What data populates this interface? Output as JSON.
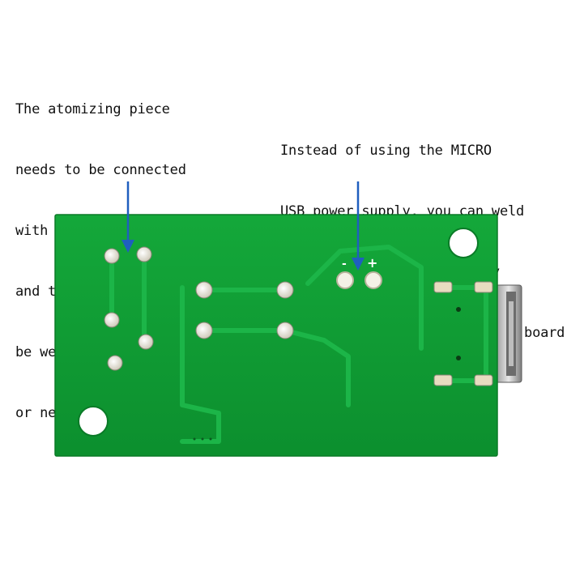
{
  "annotations": {
    "left": {
      "lines": [
        "The atomizing piece",
        "needs to be connected",
        "with an extension line,",
        "and the two points can",
        "be welded, with no positive",
        "or negative electrode"
      ]
    },
    "right": {
      "lines": [
        "Instead of using the MICRO",
        "USB power supply, you can weld",
        "the two points and directly",
        "connect cables to the circuit board"
      ]
    }
  },
  "board": {
    "pad_minus_label": "-",
    "pad_plus_label": "+"
  },
  "colors": {
    "pcb_green": "#0f9a33",
    "trace_green": "#13aa3c",
    "arrow_blue": "#1f5fbf",
    "copper_pad": "#e7dcc0"
  }
}
